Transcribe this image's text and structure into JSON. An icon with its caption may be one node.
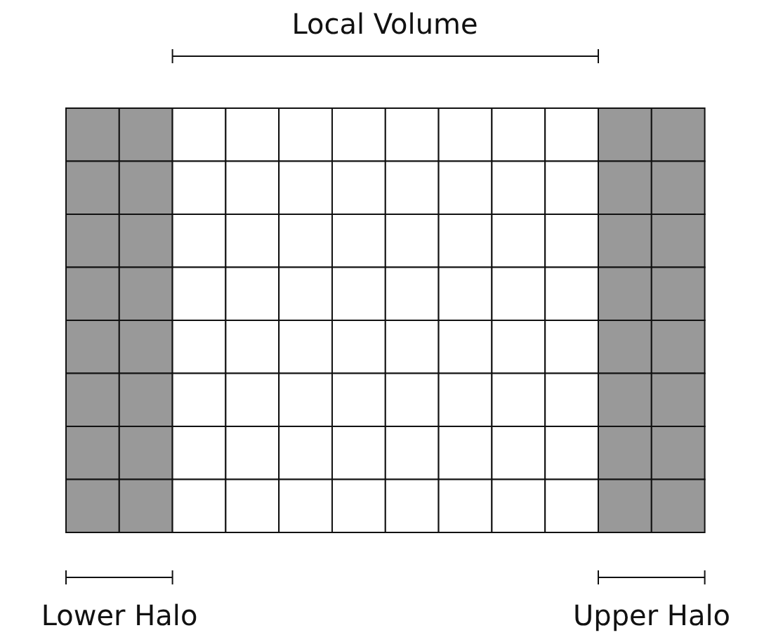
{
  "diagram": {
    "labels": [
      "Local Volume",
      "Lower Halo",
      "Upper Halo"
    ]
  }
}
